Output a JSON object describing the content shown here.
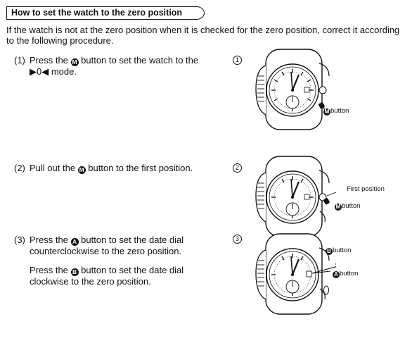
{
  "title": "How to set the watch to the zero position",
  "intro": "If the watch is not at the zero position when it is checked for the zero position, correct it according to the following procedure.",
  "steps": [
    {
      "num": "(1)",
      "parts": [
        "Press the",
        "M",
        "button to set the watch to the",
        "▶0◀ mode."
      ],
      "figure_marker": "1",
      "labels": {
        "button_letter": "M",
        "button_text": "button"
      }
    },
    {
      "num": "(2)",
      "parts": [
        "Pull out the",
        "M",
        "button to the first position."
      ],
      "figure_marker": "2",
      "labels": {
        "first_position": "First position",
        "button_letter": "M",
        "button_text": "button"
      }
    },
    {
      "num": "(3)",
      "parts": [
        "Press the",
        "A",
        "button to set the date dial",
        "counterclockwise to the zero position."
      ],
      "parts2": [
        "Press the",
        "B",
        "button to set the date dial",
        "clockwise to the zero position."
      ],
      "figure_marker": "3",
      "labels": {
        "b_letter": "B",
        "b_text": "button",
        "a_letter": "A",
        "a_text": "button"
      }
    }
  ]
}
